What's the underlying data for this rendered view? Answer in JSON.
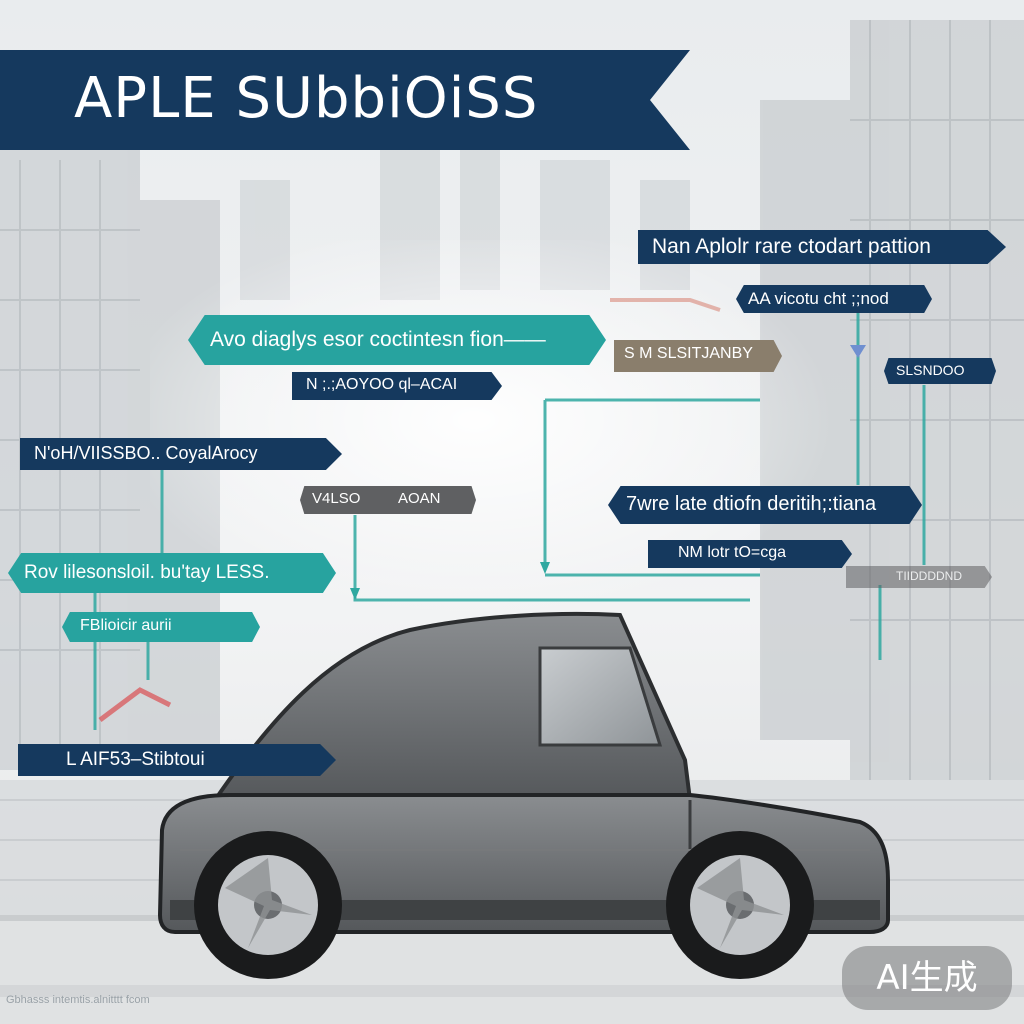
{
  "title": "APLE SUbbiOiSS",
  "labels": {
    "top_right": "Nan Aplolr rare ctodart pattion",
    "right_2": "AA vicotu cht ;;nod",
    "teal_left": "Avo diaglys esor coctintesn fion——",
    "tan_mid": "S M SLSITJANBY",
    "right_small": "SLSNDOO",
    "navy_mid": "N ;.;AOYOO ql–ACAI",
    "navy_left": "N'oH/VIISSBO.. CoyalArocy",
    "gray_pair_a": "V4LSO",
    "gray_pair_b": "AOAN",
    "right_wide": "7wre late dtiofn deritih;:tiana",
    "right_mid": "NM lotr tO=cga",
    "faint_right": "TIIDDDDND",
    "teal_lower": "Rov lilesonsloil. bu'tay LESS.",
    "teal_small": "FBlioicir aurii",
    "navy_bottom": "L AIF53–Stibtoui"
  },
  "watermark": "AI生成",
  "footer": "Gbhasss intemtis.alnitttt fcom",
  "colors": {
    "navy": "#15395e",
    "teal": "#27a39f",
    "gray": "#5f6062",
    "tan": "#8a7e6c",
    "car_body": "#6b6e71",
    "connector": "#2fa8a0"
  }
}
